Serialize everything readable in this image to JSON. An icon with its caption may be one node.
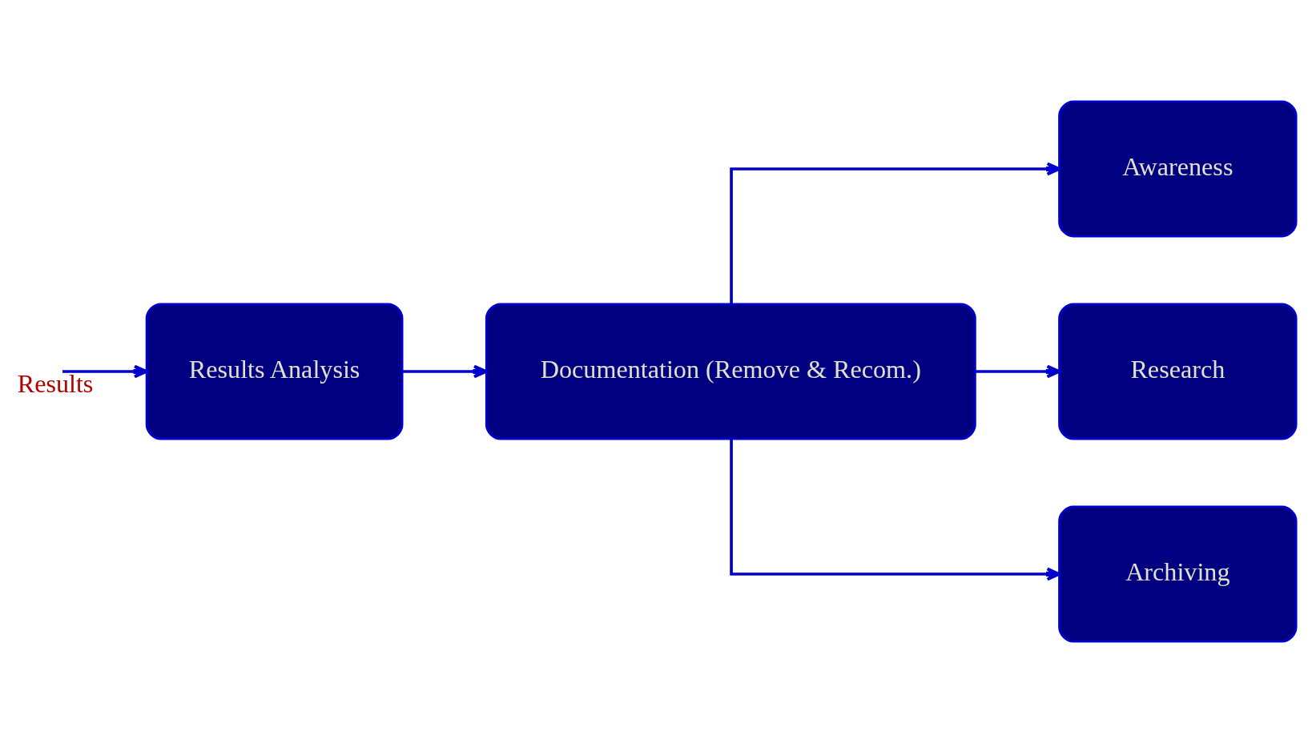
{
  "diagram": {
    "nodes": [
      {
        "text": [
          "Results Analysis"
        ]
      },
      {
        "text": [
          "Documentation (Remove & Recom.)"
        ]
      },
      {
        "text": [
          "Awareness"
        ]
      },
      {
        "text": [
          "Research"
        ]
      },
      {
        "text": [
          "Archiving"
        ]
      }
    ],
    "edges": [
      {
        "from": null,
        "to": 0,
        "arrow": "to",
        "label": "Results",
        "color": "#0000cc"
      },
      {
        "from": 0,
        "to": 1,
        "arrow": "to",
        "color": "#0000cc"
      },
      {
        "from": 1,
        "to": 2,
        "arrow": "to",
        "color": "#0000cc"
      },
      {
        "from": 1,
        "to": 3,
        "arrow": "to",
        "color": "#0000cc"
      },
      {
        "from": 1,
        "to": 4,
        "arrow": "to",
        "color": "#0000cc"
      }
    ]
  }
}
